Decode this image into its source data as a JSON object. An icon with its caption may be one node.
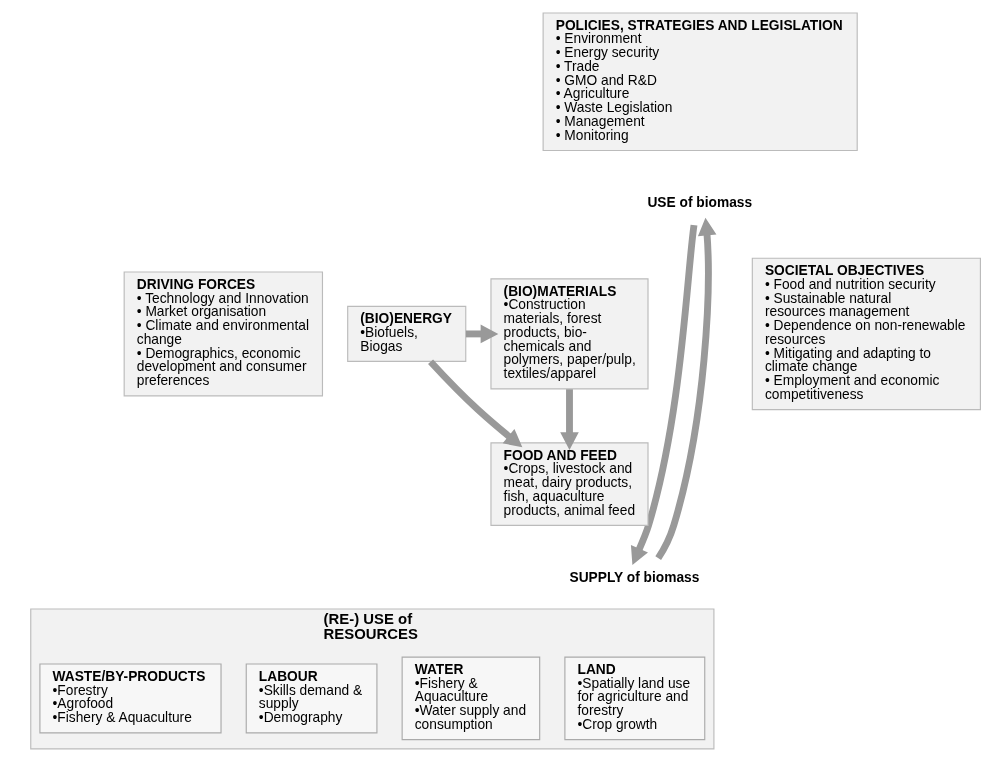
{
  "diagram": {
    "nodes": [
      {
        "text": [
          "POLICIES, STRATEGIES AND LEGISLATION",
          "• Environment",
          "• Energy security",
          "• Trade",
          "• GMO and R&D",
          "• Agriculture",
          "• Waste Legislation",
          "• Management",
          "• Monitoring"
        ]
      },
      {
        "text": [
          "USE of biomass"
        ]
      },
      {
        "text": [
          "DRIVING FORCES",
          "• Technology and Innovation",
          "• Market organisation",
          "• Climate and environmental change",
          "• Demographics, economic development and consumer preferences"
        ]
      },
      {
        "text": [
          "(BIO)ENERGY",
          "•Biofuels, Biogas"
        ]
      },
      {
        "text": [
          "(BIO)MATERIALS",
          "•Construction materials, forest products, bio-chemicals and polymers, paper/pulp, textiles/apparel"
        ]
      },
      {
        "text": [
          "SOCIETAL OBJECTIVES",
          "• Food and nutrition security",
          "• Sustainable natural resources management",
          "• Dependence on non-renewable resources",
          "• Mitigating and adapting to climate change",
          "• Employment and economic competitiveness"
        ]
      },
      {
        "text": [
          "FOOD AND FEED",
          "•Crops, livestock and meat, dairy products, fish, aquaculture products, animal feed"
        ]
      },
      {
        "text": [
          "SUPPLY of biomass"
        ]
      },
      {
        "text": [
          "(RE-) USE of RESOURCES"
        ]
      },
      {
        "text": [
          "LAND",
          "•Spatially land use for agriculture and forestry",
          "•Crop growth"
        ],
        "in": 8
      },
      {
        "text": [
          "WATER",
          "•Fishery & Aquaculture",
          "•Water supply and consumption"
        ],
        "in": 8
      },
      {
        "text": [
          "LABOUR",
          "•Skills demand & supply",
          "•Demography"
        ],
        "in": 8
      },
      {
        "text": [
          "WASTE/BY-PRODUCTS",
          "•Forestry",
          "•Agrofood",
          "•Fishery & Aquaculture"
        ],
        "in": 8
      }
    ],
    "edges": [
      {
        "from": 1,
        "to": 7,
        "arrow": "to"
      },
      {
        "from": 7,
        "to": 1,
        "arrow": "to"
      },
      {
        "from": 3,
        "to": 4,
        "arrow": "to"
      },
      {
        "from": 4,
        "to": 6,
        "arrow": "to"
      },
      {
        "from": 3,
        "to": 6,
        "arrow": "to"
      }
    ]
  }
}
